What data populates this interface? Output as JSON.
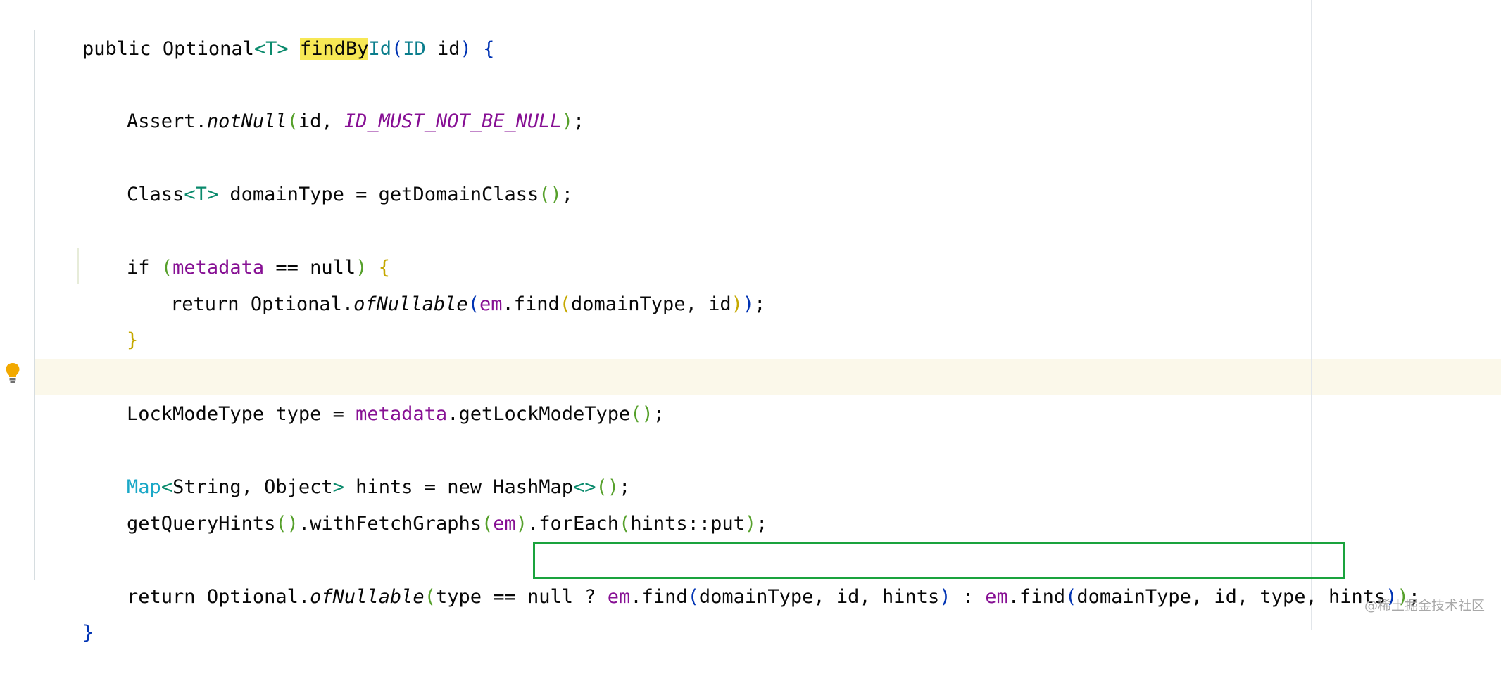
{
  "colors": {
    "keyword": "#080808",
    "generic": "#0a8a6c",
    "field": "#871094",
    "interface": "#1aa8c7",
    "paren_level1": "#0033b3",
    "paren_level2": "#56a02b",
    "paren_level3": "#c5a800",
    "search_highlight": "#f7e855",
    "current_line": "#fbf8ea",
    "annotation_box": "#1aa33d"
  },
  "gutter": {
    "intention_icon": "lightbulb-icon"
  },
  "code": {
    "line1": {
      "t1": "public Optional",
      "t2": "<T>",
      "t3": " ",
      "t4": "findBy",
      "t5": "Id",
      "t6": "(",
      "t7": "ID",
      "t8": " id",
      "t9": ")",
      "t10": " {"
    },
    "line2": {
      "t1": "Assert.",
      "t2": "notNull",
      "t3": "(",
      "t4": "id, ",
      "t5": "ID_MUST_NOT_BE_NULL",
      "t6": ")",
      "t7": ";"
    },
    "line3": {
      "t1": "Class",
      "t2": "<T>",
      "t3": " domainType = getDomainClass",
      "t4": "()",
      "t5": ";"
    },
    "line4": {
      "t1": "if ",
      "t2": "(",
      "t3": "metadata",
      "t4": " == null",
      "t5": ")",
      "t6": " ",
      "t7": "{"
    },
    "line5": {
      "t1": "return Optional.",
      "t2": "ofNullable",
      "t3": "(",
      "t4": "em",
      "t5": ".find",
      "t6": "(",
      "t7": "domainType, id",
      "t8": ")",
      "t9": ")",
      "t10": ";"
    },
    "line6": {
      "t1": "}"
    },
    "line7": {
      "t1": "LockModeType type = ",
      "t2": "metadata",
      "t3": ".getLockModeType",
      "t4": "()",
      "t5": ";"
    },
    "line8": {
      "t1": "Map",
      "t2": "<",
      "t3": "String, Object",
      "t4": ">",
      "t5": " hints = new HashMap",
      "t6": "<>",
      "t7": "()",
      "t8": ";"
    },
    "line9": {
      "t1": "getQueryHints",
      "t2": "()",
      "t3": ".withFetchGraphs",
      "t4": "(",
      "t5": "em",
      "t6": ")",
      "t7": ".forEach",
      "t8": "(",
      "t9": "hints::put",
      "t10": ")",
      "t11": ";"
    },
    "line10": {
      "t1": "return Optional.",
      "t2": "ofNullable",
      "t3": "(",
      "t4": "type == null ? ",
      "t5": "em",
      "t6": ".find",
      "t7": "(",
      "t8": "domainType, id, hints",
      "t9": ")",
      "t10": " : ",
      "t11": "em",
      "t12": ".find",
      "t13": "(",
      "t14": "domainType, id, type, hints",
      "t15": ")",
      "t16": ")",
      "t17": ";"
    },
    "line11": {
      "t1": "}"
    }
  },
  "watermark": "@稀土掘金技术社区"
}
